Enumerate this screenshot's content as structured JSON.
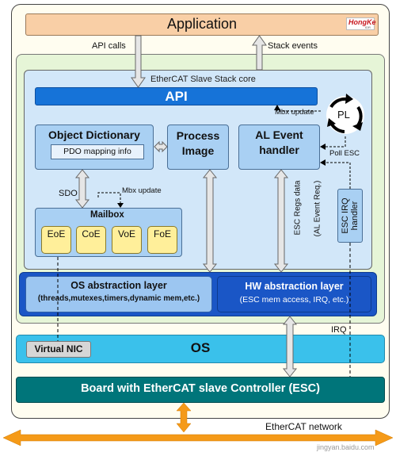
{
  "logo": {
    "brand": "HongKe",
    "sub": "IDR"
  },
  "blocks": {
    "application": "Application",
    "stack_core": "EtherCAT Slave Stack core",
    "api": "API",
    "object_dictionary": "Object Dictionary",
    "pdo_mapping": "PDO mapping info",
    "process_image_line1": "Process",
    "process_image_line2": "Image",
    "al_event_line1": "AL Event",
    "al_event_line2": "handler",
    "pl": "PL",
    "mailbox": "Mailbox",
    "mailbox_items": [
      "EoE",
      "CoE",
      "VoE",
      "FoE"
    ],
    "esc_irq_handler": "ESC IRQ handler",
    "os_abstraction_title": "OS abstraction layer",
    "os_abstraction_sub": "(threads,mutexes,timers,dynamic mem,etc.)",
    "hw_abstraction_title": "HW abstraction layer",
    "hw_abstraction_sub": "(ESC mem access, IRQ, etc.)",
    "virtual_nic": "Virtual NIC",
    "os": "OS",
    "board": "Board with EtherCAT slave Controller (ESC)"
  },
  "labels": {
    "api_calls": "API calls",
    "stack_events": "Stack events",
    "mbx_update_top": "Mbx update",
    "poll_esc": "Poll ESC",
    "sdo": "SDO",
    "mbx_update_mid": "Mbx update",
    "esc_regs_data": "ESC Regs data",
    "al_event_req": "(AL Event Req.)",
    "irq": "IRQ",
    "ethercat_network": "EtherCAT network",
    "watermark": "jingyan.baidu.com"
  },
  "colors": {
    "application_fill": "#f9cfa6",
    "outer_green": "#e6f5d7",
    "core_blue": "#d2e7f9",
    "api_blue": "#1673d8",
    "box_blue": "#a9d0f3",
    "mailbox_yellow": "#ffef9a",
    "layer_dark": "#1a56c6",
    "layer_light": "#9cc6f1",
    "os_cyan": "#3ac1eb",
    "board_teal": "#00757a",
    "arrow_orange": "#f59a18"
  }
}
